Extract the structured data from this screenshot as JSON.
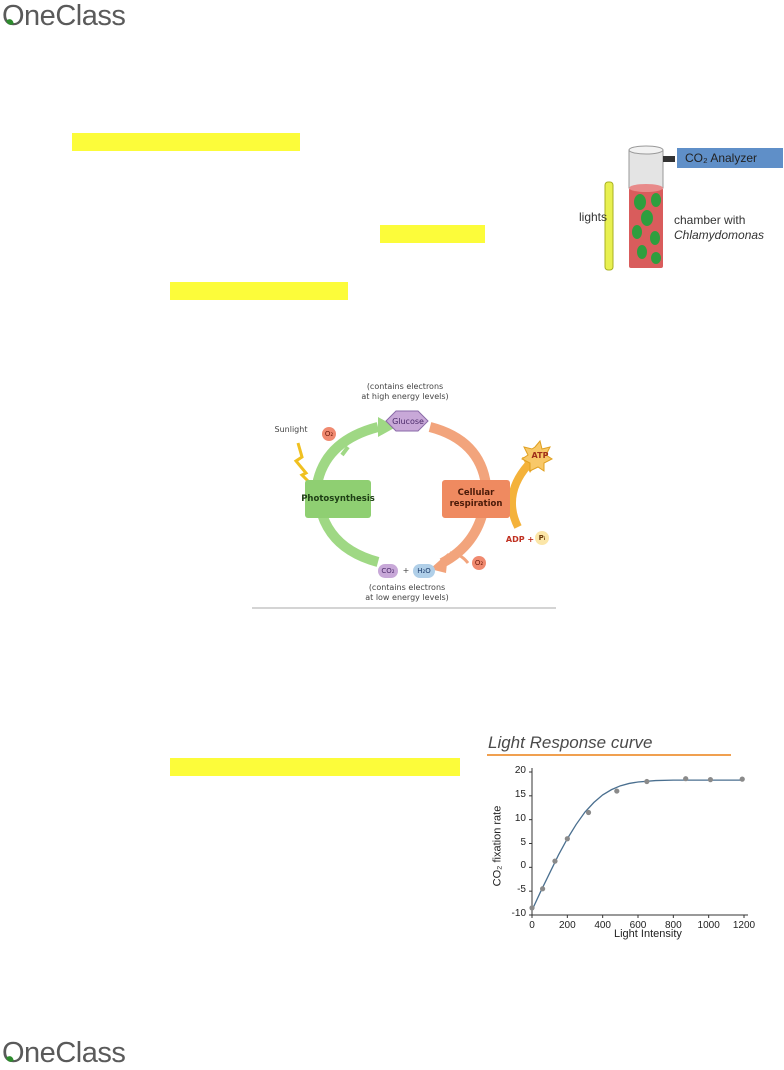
{
  "logo": {
    "text": "OneClass"
  },
  "figure_chamber": {
    "analyzer_label": "CO₂ Analyzer",
    "lights_label": "lights",
    "chamber_line1": "chamber with",
    "chamber_line2": "Chlamydomonas"
  },
  "cycle_diagram": {
    "top_note_line1": "(contains electrons",
    "top_note_line2": "at high energy levels)",
    "glucose": "Glucose",
    "sunlight": "Sunlight",
    "o2_left": "O₂",
    "photosynthesis": "Photosynthesis",
    "resp_line1": "Cellular",
    "resp_line2": "respiration",
    "atp": "ATP",
    "adp": "ADP +",
    "pi": "Pᵢ",
    "o2_right": "O₂",
    "co2": "CO₂",
    "plus": "+",
    "h2o": "H₂O",
    "bottom_note_line1": "(contains electrons",
    "bottom_note_line2": "at low energy levels)"
  },
  "chart_data": {
    "type": "scatter",
    "title": "Light Response curve",
    "xlabel": "Light Intensity",
    "ylabel": "CO₂ fixation rate",
    "xlim": [
      0,
      1200
    ],
    "ylim": [
      -10,
      20
    ],
    "x_ticks": [
      0,
      200,
      400,
      600,
      800,
      1000,
      1200
    ],
    "y_ticks": [
      -10,
      -5,
      0,
      5,
      10,
      15,
      20
    ],
    "points": [
      {
        "x": 0,
        "y": -8.5
      },
      {
        "x": 60,
        "y": -4.5
      },
      {
        "x": 130,
        "y": 1.3
      },
      {
        "x": 200,
        "y": 6
      },
      {
        "x": 320,
        "y": 11.5
      },
      {
        "x": 480,
        "y": 16
      },
      {
        "x": 650,
        "y": 18
      },
      {
        "x": 870,
        "y": 18.6
      },
      {
        "x": 1010,
        "y": 18.4
      },
      {
        "x": 1190,
        "y": 18.5
      }
    ],
    "fit_curve": {
      "x": [
        0,
        50,
        100,
        150,
        200,
        250,
        300,
        350,
        400,
        450,
        500,
        550,
        600,
        700,
        800,
        900,
        1000,
        1100,
        1200
      ],
      "y": [
        -9,
        -5,
        -1.2,
        2.6,
        6,
        9,
        11.6,
        13.6,
        15.2,
        16.3,
        17.1,
        17.6,
        17.9,
        18.2,
        18.3,
        18.3,
        18.3,
        18.3,
        18.3
      ]
    },
    "grid": false,
    "colors": {
      "points": "#8a8a8a",
      "curve": "#4a6f8f"
    }
  }
}
